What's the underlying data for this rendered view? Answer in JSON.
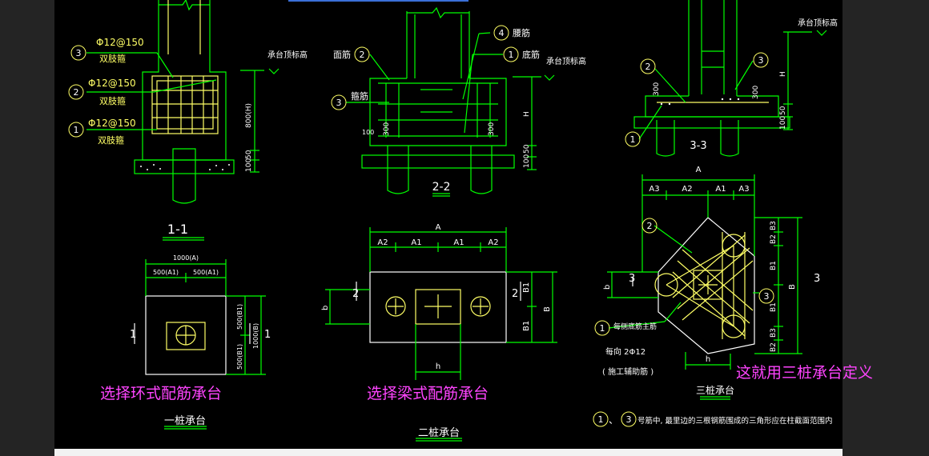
{
  "title_detail_1": "1-1",
  "title_detail_2": "2-2",
  "title_detail_3": "3-3",
  "annotations": {
    "ring": "选择环式配筋承台",
    "beam": "选择梁式配筋承台",
    "three_pile": "这就用三桩承台定义"
  },
  "plan_titles": {
    "one_pile": "一桩承台",
    "two_pile": "二桩承台",
    "three_pile": "三桩承台"
  },
  "detail1": {
    "callout_3_num": "3",
    "callout_3_spec": "Φ12@150",
    "callout_3_name": "双肢箍",
    "callout_2_num": "2",
    "callout_2_spec": "Φ12@150",
    "callout_2_name": "双肢箍",
    "callout_1_num": "1",
    "callout_1_spec": "Φ12@150",
    "callout_1_name": "双肢箍",
    "top_label": "承台顶标高",
    "height_label": "800(H)",
    "dim_50": "50",
    "dim_100": "100"
  },
  "detail2": {
    "callout_2_num": "2",
    "callout_2_name": "面筋",
    "callout_4_num": "4",
    "callout_4_name": "腰筋",
    "callout_1_num": "1",
    "callout_1_name": "底筋",
    "callout_3_num": "3",
    "callout_3_name": "箍筋",
    "top_label": "承台顶标高",
    "height_label": "H",
    "dim_300_left": "300",
    "dim_300_right": "300",
    "dim_100_left": "100",
    "dim_50": "50",
    "dim_100": "100"
  },
  "detail3": {
    "callout_2_num": "2",
    "callout_3_num": "3",
    "callout_1_num": "1",
    "top_label": "承台顶标高",
    "height_label": "H",
    "dim_300_left": "300",
    "dim_300_right": "300",
    "dim_50": "50",
    "dim_100": "100"
  },
  "plan1": {
    "overall": "1000(A)",
    "half_left": "500(A1)",
    "half_right": "500(A1)",
    "right_top": "500(B1)",
    "right_bottom": "500(B1)",
    "right_overall": "1000(B)",
    "section_left": "1",
    "section_right": "1"
  },
  "plan2": {
    "overall": "A",
    "seg": [
      "A2",
      "A1",
      "A1",
      "A2"
    ],
    "right_top": "B1",
    "right_bottom": "B1",
    "right_overall": "B",
    "left_b": "b",
    "bottom_h": "h",
    "section_left": "2",
    "section_right": "2"
  },
  "plan3": {
    "overall": "A",
    "seg": [
      "A3",
      "A2",
      "A1",
      "A3"
    ],
    "right_segs": [
      "B3",
      "B2",
      "B1",
      "B1",
      "B3",
      "B2"
    ],
    "right_overall": "B",
    "left_b": "b",
    "bottom_h": "h",
    "section_left": "3",
    "section_right": "3",
    "callout_2_num": "2",
    "callout_3_num": "3",
    "callout_1_num": "1",
    "callout_1_text": "每侧底筋主筋",
    "note_1": "每向 2Φ12",
    "note_2": "( 施工辅助筋 )"
  },
  "footnote": {
    "num_a": "1",
    "sep": "、",
    "num_b": "3",
    "text": "号筋中, 最里边的三根钢筋围成的三角形应在柱截面范围内"
  },
  "colors": {
    "background": "#000000",
    "green_line": "#00ff00",
    "yellow_line": "#ffff66",
    "white_line": "#ffffff",
    "annotation": "#ff44ff"
  }
}
